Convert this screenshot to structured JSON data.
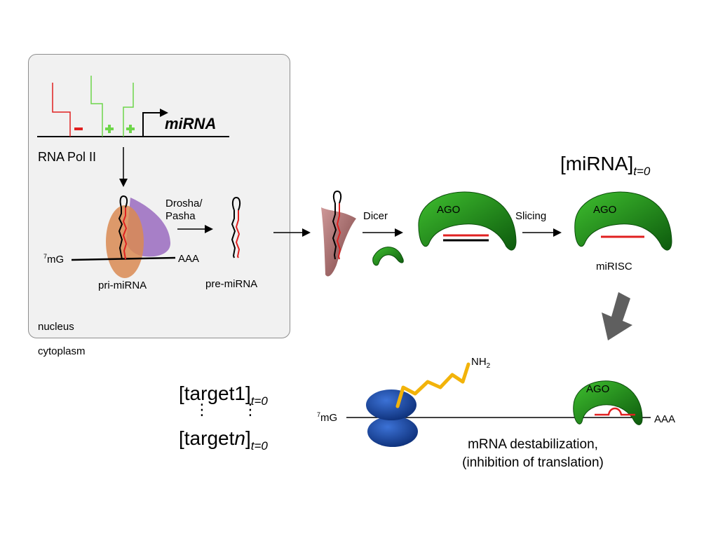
{
  "gene": {
    "name": "miRNA",
    "polymerase": "RNA Pol II"
  },
  "processing": {
    "drosha": "Drosha/",
    "pasha": "Pasha",
    "dicer": "Dicer",
    "slicing": "Slicing",
    "pri": "pri-miRNA",
    "pre": "pre-miRNA",
    "cap": "7mG",
    "cap_sup": "7",
    "cap_base": "mG",
    "tail": "AAA",
    "ago": "AGO",
    "complex": "miRISC"
  },
  "compartments": {
    "nucleus": "nucleus",
    "cytoplasm": "cytoplasm"
  },
  "species": {
    "mirna_base": "[miRNA]",
    "t0": "t=0",
    "target1_base": "[target1]",
    "targetn_pre": "[target",
    "targetn_n": "n",
    "targetn_post": "]"
  },
  "translation": {
    "peptide_base": "NH",
    "peptide_sub": "2",
    "effect_line1": "mRNA destabilization,",
    "effect_line2": "(inhibition of translation)"
  },
  "colors": {
    "repressor": "#e02020",
    "activator": "#6ed64a",
    "ago_green": "#1a8a1a",
    "ago_dark": "#0b4d0b",
    "ribosome": "#1f4fa8",
    "peptide": "#f2b30a",
    "arrow_gray": "#5f5f5f",
    "drosha_orange": "#d98a52",
    "pasha_purple": "#9a6bc0",
    "dicer_brown": "#9c5a5a"
  }
}
